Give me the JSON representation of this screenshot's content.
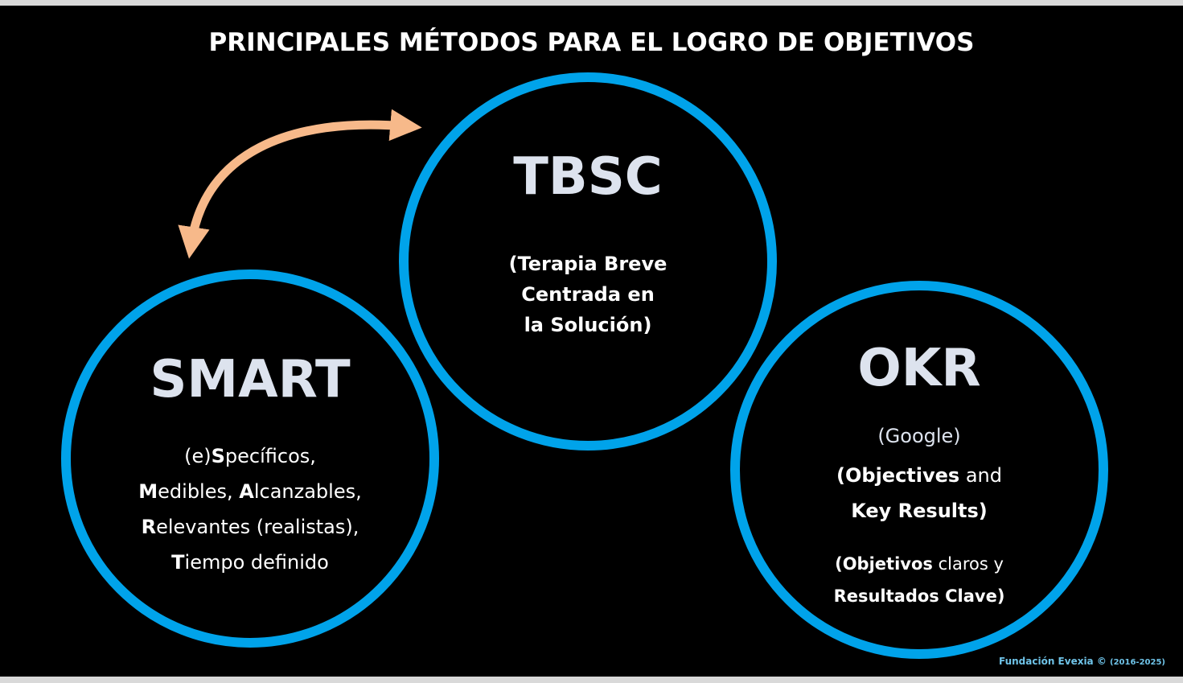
{
  "title": "PRINCIPALES MÉTODOS PARA EL LOGRO DE OBJETIVOS",
  "colors": {
    "background": "#000000",
    "circle_stroke": "#00a3ea",
    "arrow": "#f7b98a",
    "footer": "#6fc3e8"
  },
  "smart": {
    "heading": "SMART",
    "lines": [
      [
        "(e)",
        "S",
        "pecíficos,"
      ],
      [
        "M",
        "edibles, ",
        "A",
        "lcanzables,"
      ],
      [
        "R",
        "elevantes (realistas),"
      ],
      [
        "T",
        "iempo definido"
      ]
    ]
  },
  "tbsc": {
    "heading": "TBSC",
    "line1": "(Terapia Breve",
    "line2": "Centrada en",
    "line3": "la Solución)"
  },
  "okr": {
    "heading": "OKR",
    "provider": "(Google)",
    "en_line1_open": "(",
    "en_line1_bold": "Objectives",
    "en_line1_rest": " and",
    "en_line2": "Key Results)",
    "es_line1_bold": "(Objetivos",
    "es_line1_rest": " claros y",
    "es_line2": "Resultados Clave)"
  },
  "footer": {
    "org": "Fundación Evexia ©",
    "years": "(2016-2025)"
  }
}
